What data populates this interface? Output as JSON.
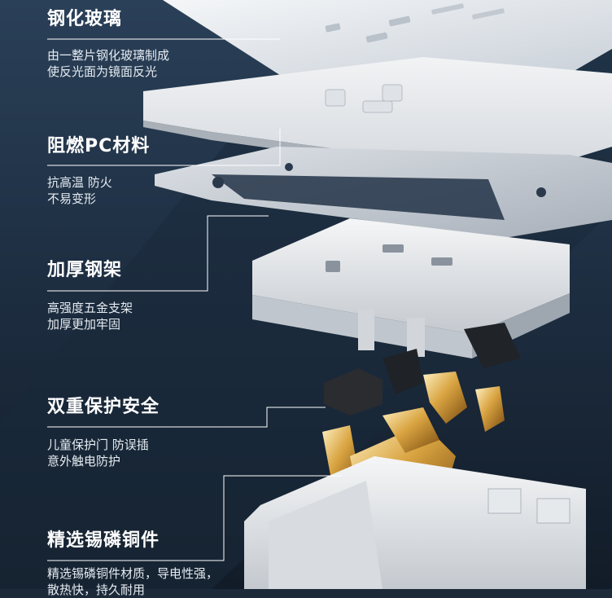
{
  "features": [
    {
      "title": "钢化玻璃",
      "lines": [
        "由一整片钢化玻璃制成",
        "使反光面为镜面反光"
      ]
    },
    {
      "title": "阻燃PC材料",
      "lines": [
        "抗高温 防火",
        "不易变形"
      ]
    },
    {
      "title": "加厚钢架",
      "lines": [
        "高强度五金支架",
        "加厚更加牢固"
      ]
    },
    {
      "title": "双重保护安全",
      "lines": [
        "儿童保护门 防误插",
        "意外触电防护"
      ]
    },
    {
      "title": "精选锡磷铜件",
      "lines": [
        "精选锡磷铜件材质，导电性强，",
        "散热快，持久耐用"
      ]
    }
  ],
  "colors": {
    "background_top": "#253a52",
    "background_bottom": "#141f2c",
    "leader_line": "#ffffff"
  }
}
